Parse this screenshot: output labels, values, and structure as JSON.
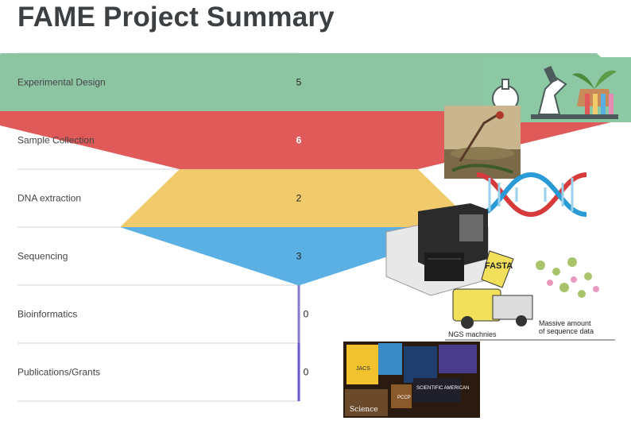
{
  "title": "FAME Project Summary",
  "chart_data": {
    "type": "funnel",
    "categories": [
      "Experimental Design",
      "Sample Collection",
      "DNA extraction",
      "Sequencing",
      "Bioinformatics",
      "Publications/Grants"
    ],
    "values": [
      5,
      6,
      2,
      3,
      0,
      0
    ],
    "colors": [
      "#8dc4a2",
      "#e05a5a",
      "#f1cb6b",
      "#5ab0e3",
      "#8a78c8",
      "#6a55cf"
    ],
    "value_label_colors": [
      "#222222",
      "#ffffff",
      "#222222",
      "#222222",
      "#222222",
      "#222222"
    ]
  },
  "illustrations": {
    "lab_equipment": "lab-equipment-illustration",
    "field_sampling": "field-sampling-photo",
    "dna_helix": "dna-helix-illustration",
    "ngs_machine": "ngs-sequencer-illustration",
    "data_cartoon": {
      "truck_sign": "FASTA",
      "caption_left": "NGS machnies",
      "caption_right_line1": "Massive amount",
      "caption_right_line2": "of sequence data"
    },
    "journal_collage": {
      "items": [
        "Science",
        "SCIENTIFIC AMERICAN",
        "JACS",
        "PCCP"
      ]
    }
  }
}
